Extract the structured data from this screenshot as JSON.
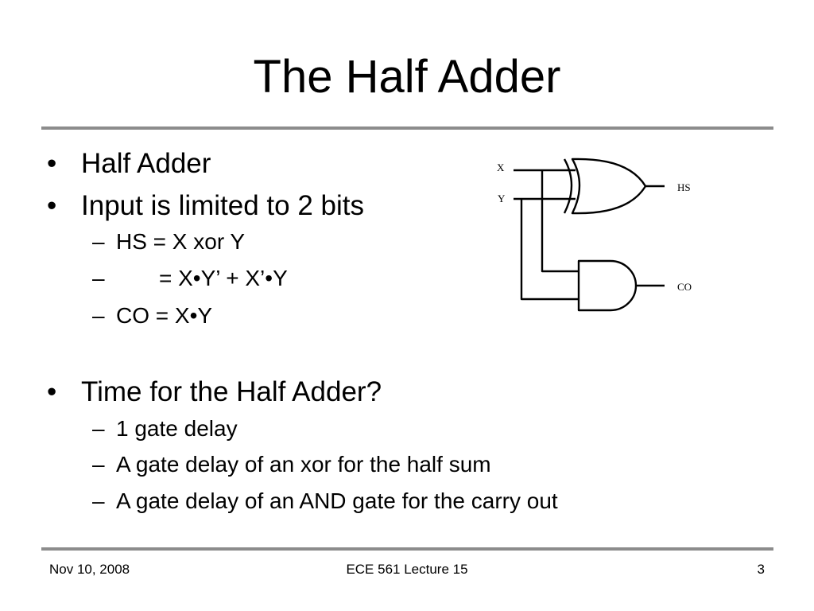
{
  "slide": {
    "title": "The Half Adder",
    "bullets": [
      {
        "level": 1,
        "marker": "•",
        "text": "Half Adder"
      },
      {
        "level": 1,
        "marker": "•",
        "text": "Input is limited to 2 bits"
      },
      {
        "level": 2,
        "marker": "–",
        "text": "HS = X xor Y"
      },
      {
        "level": 2,
        "marker": "–",
        "text": "= X•Y’ + X’•Y"
      },
      {
        "level": 2,
        "marker": "–",
        "text": "CO = X•Y"
      },
      {
        "level": 1,
        "marker": "•",
        "text": "Time for the Half Adder?"
      },
      {
        "level": 2,
        "marker": "–",
        "text": "1 gate delay"
      },
      {
        "level": 2,
        "marker": "–",
        "text": "A gate delay of an xor for the half sum"
      },
      {
        "level": 2,
        "marker": "–",
        "text": "A gate delay of an AND gate for the carry out"
      }
    ]
  },
  "circuit": {
    "inputs": [
      "X",
      "Y"
    ],
    "outputs": [
      "HS",
      "CO"
    ],
    "gates": [
      "xor-gate",
      "and-gate"
    ]
  },
  "footer": {
    "date": "Nov 10, 2008",
    "course": "ECE 561 Lecture 15",
    "page": "3"
  },
  "colors": {
    "rule": "#8c8c8c",
    "text": "#000000",
    "background": "#ffffff"
  }
}
